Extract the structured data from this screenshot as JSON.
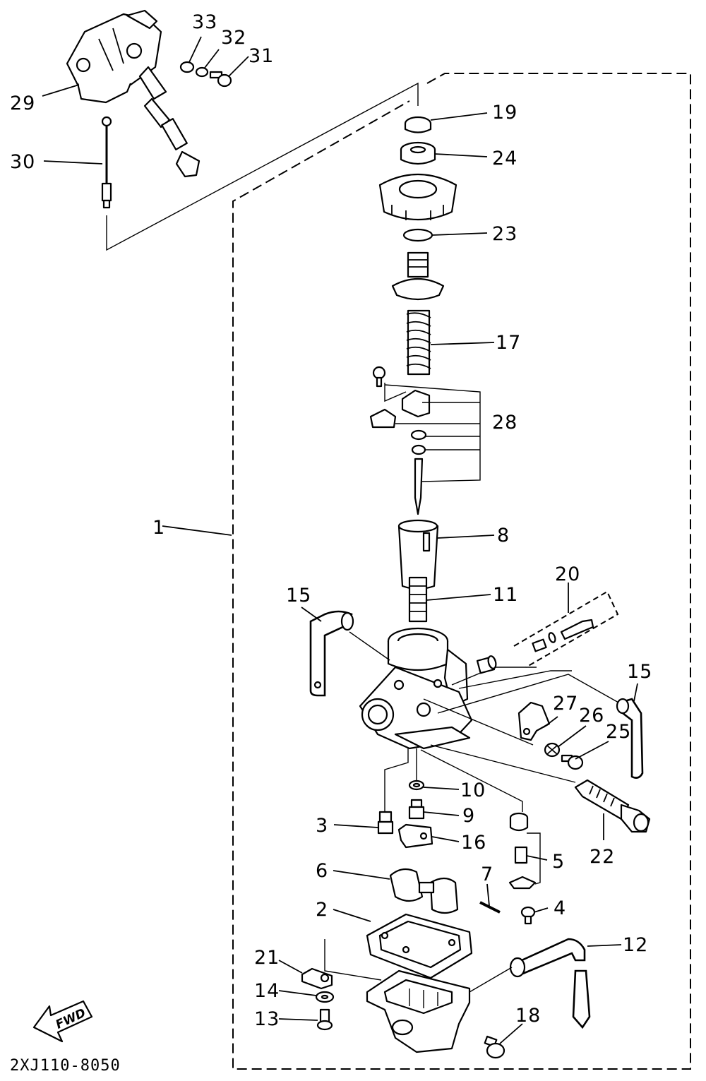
{
  "diagram": {
    "drawing_code": "2XJ110-8050",
    "fwd_label": "FWD",
    "callouts": {
      "c1": "1",
      "c2": "2",
      "c3": "3",
      "c4": "4",
      "c5": "5",
      "c6": "6",
      "c7": "7",
      "c8": "8",
      "c9": "9",
      "c10": "10",
      "c11": "11",
      "c12": "12",
      "c13": "13",
      "c14": "14",
      "c15a": "15",
      "c15b": "15",
      "c16": "16",
      "c17": "17",
      "c18": "18",
      "c19": "19",
      "c20": "20",
      "c21": "21",
      "c22": "22",
      "c23": "23",
      "c24": "24",
      "c25": "25",
      "c26": "26",
      "c27": "27",
      "c28": "28",
      "c29": "29",
      "c30": "30",
      "c31": "31",
      "c32": "32",
      "c33": "33"
    }
  }
}
